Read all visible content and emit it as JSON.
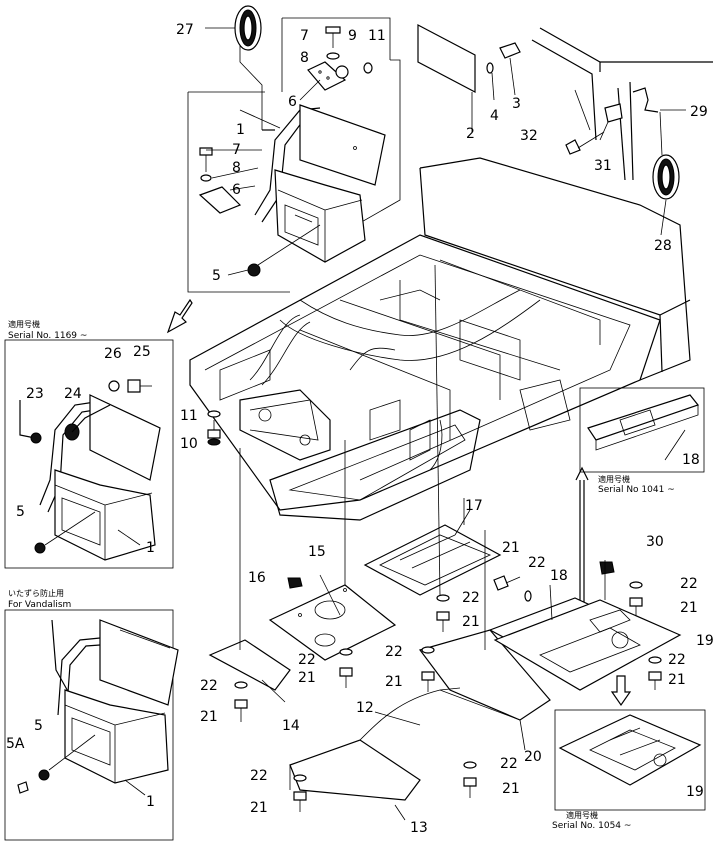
{
  "callouts": [
    "27",
    "7",
    "9",
    "11",
    "8",
    "6",
    "1",
    "7",
    "8",
    "6",
    "5",
    "2",
    "4",
    "3",
    "32",
    "31",
    "29",
    "28",
    "26",
    "25",
    "23",
    "24",
    "5",
    "1",
    "11",
    "10",
    "15",
    "16",
    "17",
    "21",
    "22",
    "18",
    "30",
    "22",
    "21",
    "22",
    "21",
    "22",
    "21",
    "22",
    "21",
    "19",
    "22",
    "21",
    "14",
    "12",
    "22",
    "21",
    "20",
    "22",
    "21",
    "5A",
    "5",
    "1",
    "13",
    "18",
    "19"
  ],
  "insets": {
    "top_left": {
      "jp": "適用号機",
      "serial": "Serial No. 1169 ~"
    },
    "vandalism": {
      "jp": "いたずら防止用",
      "caption": "For Vandalism"
    },
    "right_mid": {
      "jp": "適用号機",
      "serial": "Serial No  1041 ~"
    },
    "bottom_right": {
      "jp": "適用号機",
      "serial": "Serial No. 1054 ~"
    }
  }
}
